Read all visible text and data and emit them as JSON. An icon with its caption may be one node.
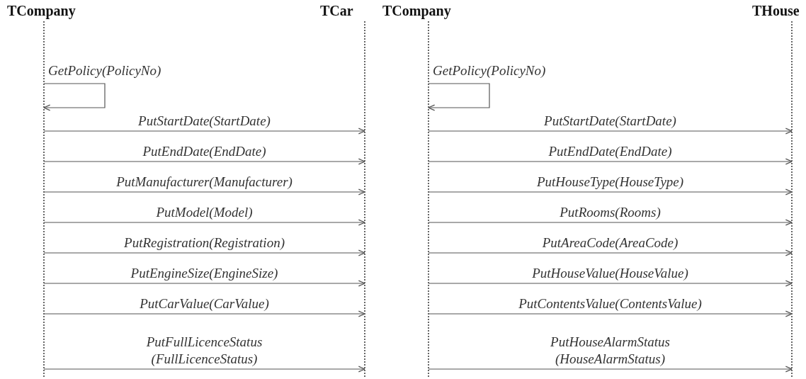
{
  "diagram": {
    "nodes": [
      {
        "text": [
          "TCompany"
        ]
      },
      {
        "text": [
          "TCar"
        ]
      },
      {
        "text": [
          "TCompany"
        ]
      },
      {
        "text": [
          "THouse"
        ]
      }
    ],
    "edges": [
      {
        "from": 0,
        "to": 0,
        "arrow": "to",
        "label": "GetPolicy(PolicyNo)"
      },
      {
        "from": 0,
        "to": 1,
        "arrow": "to",
        "label": "PutStartDate(StartDate)"
      },
      {
        "from": 0,
        "to": 1,
        "arrow": "to",
        "label": "PutEndDate(EndDate)"
      },
      {
        "from": 0,
        "to": 1,
        "arrow": "to",
        "label": "PutManufacturer(Manufacturer)"
      },
      {
        "from": 0,
        "to": 1,
        "arrow": "to",
        "label": "PutModel(Model)"
      },
      {
        "from": 0,
        "to": 1,
        "arrow": "to",
        "label": "PutRegistration(Registration)"
      },
      {
        "from": 0,
        "to": 1,
        "arrow": "to",
        "label": "PutEngineSize(EngineSize)"
      },
      {
        "from": 0,
        "to": 1,
        "arrow": "to",
        "label": "PutCarValue(CarValue)"
      },
      {
        "from": 0,
        "to": 1,
        "arrow": "to",
        "label": "PutFullLicenceStatus (FullLicenceStatus)"
      },
      {
        "from": 2,
        "to": 2,
        "arrow": "to",
        "label": "GetPolicy(PolicyNo)"
      },
      {
        "from": 2,
        "to": 3,
        "arrow": "to",
        "label": "PutStartDate(StartDate)"
      },
      {
        "from": 2,
        "to": 3,
        "arrow": "to",
        "label": "PutEndDate(EndDate)"
      },
      {
        "from": 2,
        "to": 3,
        "arrow": "to",
        "label": "PutHouseType(HouseType)"
      },
      {
        "from": 2,
        "to": 3,
        "arrow": "to",
        "label": "PutRooms(Rooms)"
      },
      {
        "from": 2,
        "to": 3,
        "arrow": "to",
        "label": "PutAreaCode(AreaCode)"
      },
      {
        "from": 2,
        "to": 3,
        "arrow": "to",
        "label": "PutHouseValue(HouseValue)"
      },
      {
        "from": 2,
        "to": 3,
        "arrow": "to",
        "label": "PutContentsValue(ContentsValue)"
      },
      {
        "from": 2,
        "to": 3,
        "arrow": "to",
        "label": "PutHouseAlarmStatus (HouseAlarmStatus)"
      }
    ]
  }
}
